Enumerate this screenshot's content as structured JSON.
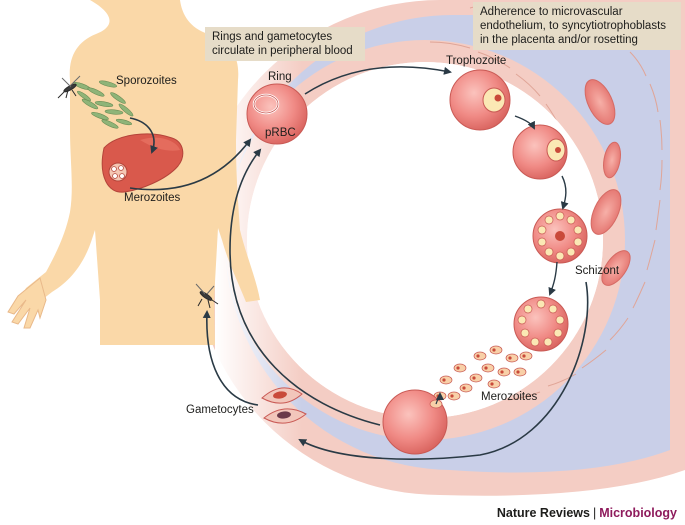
{
  "labels": {
    "sporozoites": "Sporozoites",
    "merozoites_liver": "Merozoites",
    "ring": "Ring",
    "prbc": "pRBC",
    "trophozoite": "Trophozoite",
    "schizont": "Schizont",
    "merozoites_blood": "Merozoites",
    "gametocytes": "Gametocytes"
  },
  "boxes": {
    "circulation_line1": "Rings and gametocytes",
    "circulation_line2": "circulate in peripheral blood",
    "adherence_line1": "Adherence to microvascular",
    "adherence_line2": "endothelium, to syncytiotrophoblasts",
    "adherence_line3": "in the placenta and/or rosetting"
  },
  "credit": {
    "journal": "Nature Reviews",
    "separator": "|",
    "section": "Microbiology"
  },
  "colors": {
    "skin": "#fad8a8",
    "liver": "#d9594c",
    "rbc": "#ee8c8b",
    "vessel_lumen": "#c7cde6",
    "endothelium": "#f2c3b8",
    "caption_box": "#e6dcc8",
    "brand": "#8e1b5c"
  }
}
